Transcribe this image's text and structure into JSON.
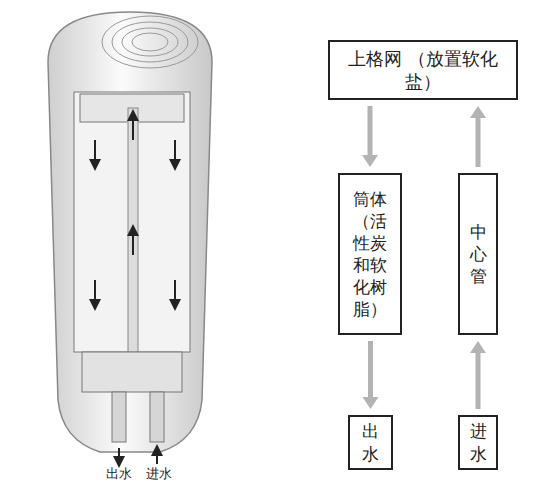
{
  "diagram": {
    "nodes": [
      {
        "text": [
          "上格网 （放置软化盐）"
        ]
      },
      {
        "text": [
          "筒体（活性炭和软化树脂）"
        ]
      },
      {
        "text": [
          "中心管"
        ]
      },
      {
        "text": [
          "出水"
        ]
      },
      {
        "text": [
          "进水"
        ]
      }
    ],
    "edges": [
      {
        "from": 4,
        "to": 2,
        "arrow": "to"
      },
      {
        "from": 2,
        "to": 0,
        "arrow": "to"
      },
      {
        "from": 0,
        "to": 1,
        "arrow": "to"
      },
      {
        "from": 1,
        "to": 3,
        "arrow": "to"
      }
    ],
    "labels": [
      "出水",
      "进水"
    ]
  }
}
